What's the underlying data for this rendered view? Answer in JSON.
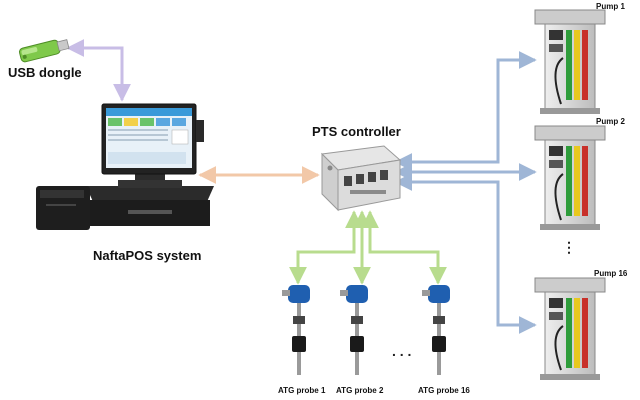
{
  "labels": {
    "usb_dongle": "USB dongle",
    "naftapos": "NaftaPOS system",
    "pts_controller": "PTS controller",
    "pump_1": "Pump 1",
    "pump_2": "Pump 2",
    "pump_16": "Pump 16",
    "probe_1": "ATG probe 1",
    "probe_2": "ATG probe 2",
    "probe_16": "ATG probe 16",
    "vertical_ellipsis": "⋮",
    "horizontal_ellipsis": ". . ."
  },
  "colors": {
    "usb_link": "#c8bde6",
    "pos_link": "#f2c8a8",
    "pump_link": "#9fb6d6",
    "probe_link": "#b8dc8e",
    "pump_body": "#d9d9d9",
    "pump_top": "#cccccc",
    "nozzle_green": "#2e9c3a",
    "nozzle_yellow": "#e8c81e",
    "nozzle_red": "#c8302a",
    "probe_head": "#1f5fb0",
    "pos_screen": "#3a9ad9"
  }
}
